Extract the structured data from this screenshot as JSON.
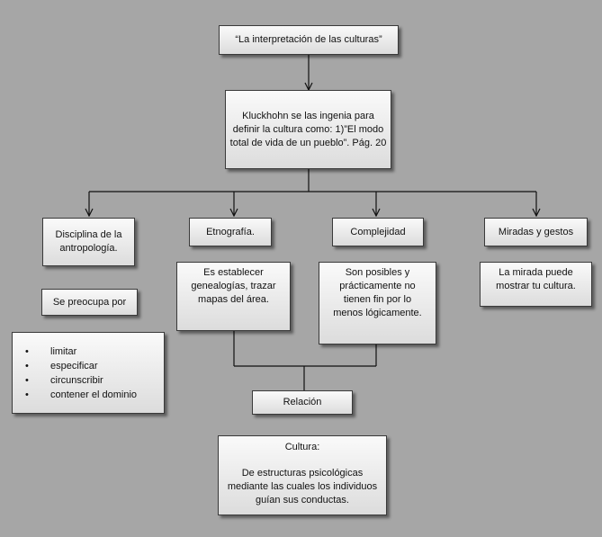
{
  "nodes": {
    "title": "“La interpretación de las culturas”",
    "kluckhohn": "Kluckhohn se las ingenia para definir la cultura como: 1)”El modo total de vida de un pueblo”. Pág. 20",
    "disciplina": "Disciplina de la antropología.",
    "etnografia": "Etnografía.",
    "complejidad": "Complejidad",
    "miradas": "Miradas y gestos",
    "preocupa": "Se preocupa por",
    "establecer": "Es establecer genealogías, trazar mapas del área.",
    "posibles": "Son posibles y prácticamente no tienen fin por lo menos lógicamente.",
    "mirada_puede": "La mirada puede mostrar tu cultura.",
    "relacion": "Relación",
    "cultura_title": "Cultura:",
    "cultura_body": "De estructuras psicológicas mediante las cuales los individuos guían sus conductas."
  },
  "preocupa_items": [
    "limitar",
    "especificar",
    "circunscribir",
    "contener el dominio"
  ]
}
